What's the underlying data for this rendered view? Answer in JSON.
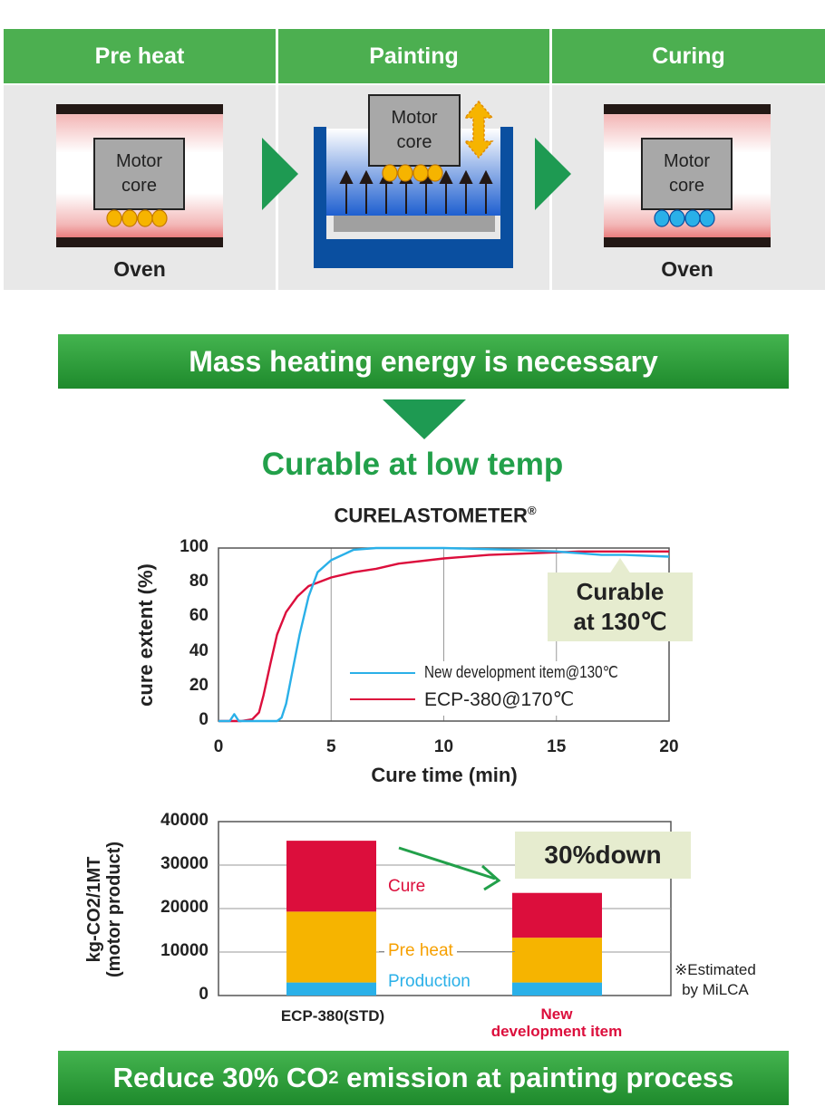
{
  "steps": [
    {
      "title": "Pre heat",
      "motor_label": "Motor\ncore",
      "caption": "Oven"
    },
    {
      "title": "Painting",
      "motor_label": "Motor\ncore",
      "caption": ""
    },
    {
      "title": "Curing",
      "motor_label": "Motor\ncore",
      "caption": "Oven"
    }
  ],
  "banner_top": "Mass heating energy is necessary",
  "subtitle": "Curable at low temp",
  "banner_bottom_pre": "Reduce 30% CO",
  "banner_bottom_sub": "2",
  "banner_bottom_post": " emission at painting process",
  "colors": {
    "green": "#3aa64a",
    "cyan": "#2ab0e8",
    "red": "#dc0e3c",
    "orange": "#f6b400",
    "dark_blue": "#0a4fa0"
  },
  "line_chart": {
    "title": "CURELASTOMETER",
    "title_mark": "®",
    "xlabel": "Cure time (min)",
    "ylabel": "cure extent  (%)",
    "x_ticks": [
      "0",
      "5",
      "10",
      "15",
      "20"
    ],
    "y_ticks": [
      "0",
      "20",
      "40",
      "60",
      "80",
      "100"
    ],
    "callout": "Curable\nat 130℃",
    "legend": [
      "New development item@130℃",
      "ECP-380@170℃"
    ]
  },
  "bar_chart": {
    "ylabel_line1": "kg-CO2/1MT",
    "ylabel_line2": "(motor  product)",
    "y_ticks": [
      "0",
      "10000",
      "20000",
      "30000",
      "40000"
    ],
    "categories": [
      "ECP-380(STD)",
      "New\ndevelopment item"
    ],
    "segment_labels": {
      "cure": "Cure",
      "preheat": "Pre heat",
      "production": "Production"
    },
    "callout": "30%down",
    "note": "※Estimated\nby MiLCA"
  },
  "chart_data": [
    {
      "type": "line",
      "title": "CURELASTOMETER®",
      "xlabel": "Cure time (min)",
      "ylabel": "cure extent  (%)",
      "xlim": [
        0,
        20
      ],
      "ylim": [
        0,
        100
      ],
      "grid": true,
      "legend": "inside-bottom-right",
      "series": [
        {
          "name": "New development item@130℃",
          "color": "#2ab0e8",
          "x": [
            0,
            0.5,
            0.7,
            0.9,
            1.2,
            2.6,
            2.8,
            3.0,
            3.3,
            3.6,
            4.0,
            4.4,
            5.0,
            6.0,
            7.0,
            8.0,
            10.0,
            13.0,
            15.0,
            16.0,
            17.0,
            18.0,
            20.0
          ],
          "y": [
            0,
            0,
            4,
            0,
            0,
            0,
            2,
            10,
            30,
            50,
            72,
            86,
            93,
            99,
            100,
            100,
            100,
            99,
            98,
            97,
            96,
            96,
            95
          ]
        },
        {
          "name": "ECP-380@170℃",
          "color": "#dc0e3c",
          "x": [
            0,
            1.0,
            1.5,
            1.8,
            2.0,
            2.3,
            2.6,
            3.0,
            3.5,
            4.0,
            5.0,
            6.0,
            7.0,
            8.0,
            10.0,
            12.0,
            14.0,
            16.0,
            18.0,
            20.0
          ],
          "y": [
            0,
            0,
            1,
            5,
            15,
            33,
            50,
            63,
            72,
            78,
            83,
            86,
            88,
            91,
            94,
            96,
            97,
            98,
            98,
            98
          ]
        }
      ]
    },
    {
      "type": "bar",
      "stacked": true,
      "ylabel": "kg-CO2/1MT\n(motor  product)",
      "ylim": [
        0,
        40000
      ],
      "categories": [
        "ECP-380(STD)",
        "New development item"
      ],
      "series": [
        {
          "name": "Production",
          "color": "#2ab0e8",
          "values": [
            3000,
            3000
          ]
        },
        {
          "name": "Pre heat",
          "color": "#f6b400",
          "values": [
            16300,
            10300
          ]
        },
        {
          "name": "Cure",
          "color": "#dc0e3c",
          "values": [
            16300,
            10300
          ]
        }
      ]
    }
  ]
}
